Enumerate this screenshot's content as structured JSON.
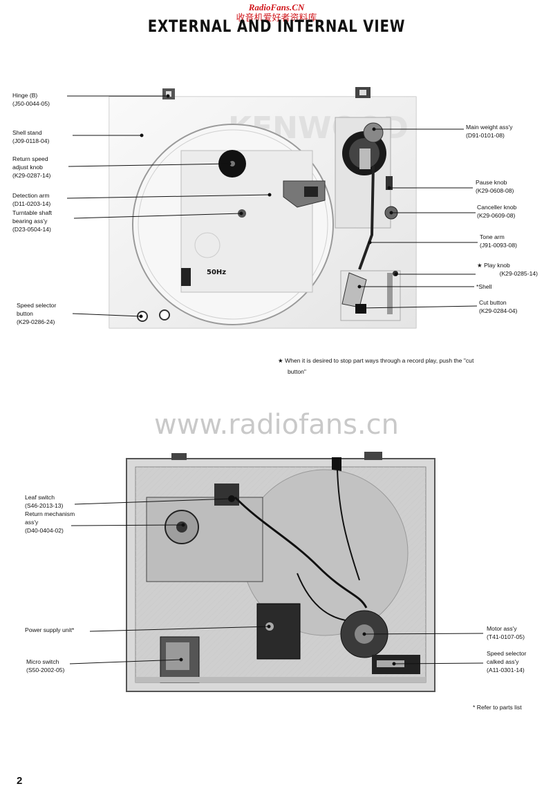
{
  "header": {
    "site": "RadioFans.CN",
    "site_cn": "收音机爱好者资料库",
    "title": "EXTERNAL AND INTERNAL VIEW"
  },
  "external_labels": {
    "hinge": [
      "Hinge (B)",
      "(J50-0044-05)"
    ],
    "shell_stand": [
      "Shell stand",
      "(J09-0118-04)"
    ],
    "return_speed": [
      "Return speed",
      "adjust knob",
      "(K29-0287-14)"
    ],
    "detection_arm": [
      "Detection arm",
      "(D11-0203-14)"
    ],
    "turntable_shaft": [
      "Turntable shaft",
      "bearing ass'y",
      "(D23-0504-14)"
    ],
    "speed_selector_button": [
      "Speed selector",
      "button",
      "(K29-0286-24)"
    ],
    "main_weight": [
      "Main weight ass'y",
      "(D91-0101-08)"
    ],
    "pause_knob": [
      "Pause knob",
      "(K29-0608-08)"
    ],
    "canceller_knob": [
      "Canceller knob",
      "(K29-0609-08)"
    ],
    "tone_arm": [
      "Tone arm",
      "(J91-0093-08)"
    ],
    "play_knob": [
      "★ Play knob",
      "(K29-0285-14)"
    ],
    "shell": [
      "*Shell"
    ],
    "cut_button": [
      "Cut button",
      "(K29-0284-04)"
    ]
  },
  "photo_text": {
    "hz": "50Hz"
  },
  "note_star": [
    "★ When it is desired to stop part ways through a record play, push the \"cut",
    "button\""
  ],
  "watermark": "www.radiofans.cn",
  "internal_labels": {
    "leaf_switch": [
      "Leaf switch",
      "(S46-2013-13)"
    ],
    "return_mechanism": [
      "Return mechanism",
      "ass'y",
      "(D40-0404-02)"
    ],
    "power_supply": [
      "Power supply unit*"
    ],
    "micro_switch": [
      "Micro switch",
      "(S50-2002-05)"
    ],
    "motor": [
      "Motor ass'y",
      "(T41-0107-05)"
    ],
    "speed_selector_calked": [
      "Speed selector",
      "calked ass'y",
      "(A11-0301-14)"
    ]
  },
  "note_refer": "* Refer to parts list",
  "page_number": "2"
}
